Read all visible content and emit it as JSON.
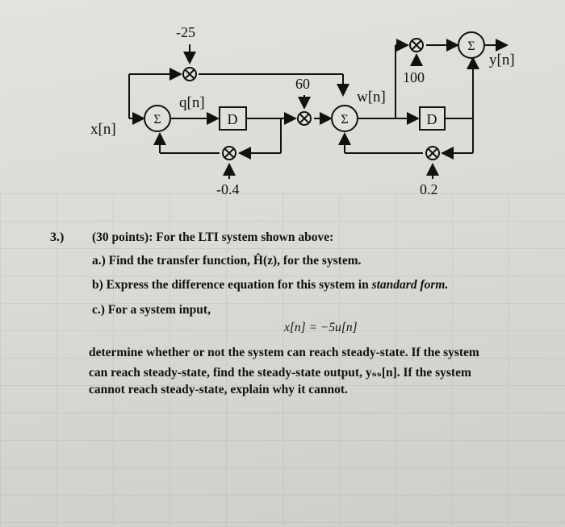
{
  "diagram": {
    "input_label": "x[n]",
    "output_label": "y[n]",
    "sum_symbol": "Σ",
    "delay_symbol": "D",
    "state_q": "q[n]",
    "state_w": "w[n]",
    "gain_top": "-25",
    "gain_mid": "60",
    "gain_right": "100",
    "gain_fb1": "-0.4",
    "gain_fb2": "0.2"
  },
  "problem": {
    "number": "3.)",
    "header": "(30 points): For the LTI system shown above:",
    "part_a": "a.) Find the transfer function, Ĥ(z), for the system.",
    "part_b_prefix": "b) Express the difference equation for this system in ",
    "part_b_emph": "standard form.",
    "part_c": "c.) For a system input,",
    "equation": "x[n] = −5u[n]",
    "body1": "determine whether or not the system can reach steady-state. If the system",
    "body2": "can reach steady-state, find the steady-state output, yₛₛ[n]. If the system",
    "body3": "cannot reach steady-state, explain why it cannot."
  }
}
